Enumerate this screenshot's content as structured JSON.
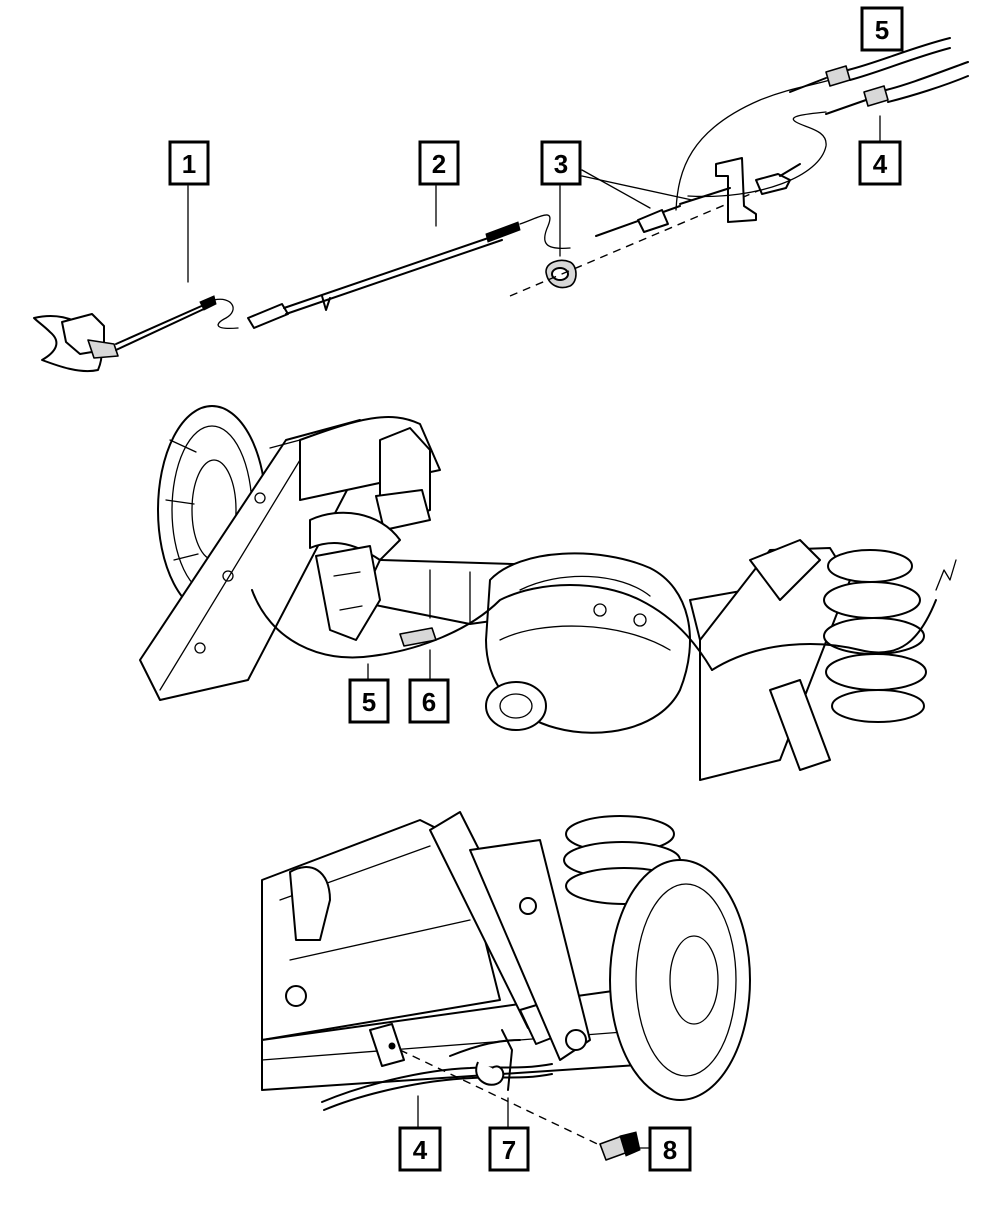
{
  "callouts": [
    {
      "id": "c1",
      "label": "1"
    },
    {
      "id": "c2",
      "label": "2"
    },
    {
      "id": "c3",
      "label": "3"
    },
    {
      "id": "c4a",
      "label": "4"
    },
    {
      "id": "c5a",
      "label": "5"
    },
    {
      "id": "c5b",
      "label": "5"
    },
    {
      "id": "c6",
      "label": "6"
    },
    {
      "id": "c4b",
      "label": "4"
    },
    {
      "id": "c7",
      "label": "7"
    },
    {
      "id": "c8",
      "label": "8"
    }
  ],
  "colors": {
    "line": "#000000",
    "background": "#ffffff",
    "shade": "#d8d8d8"
  }
}
